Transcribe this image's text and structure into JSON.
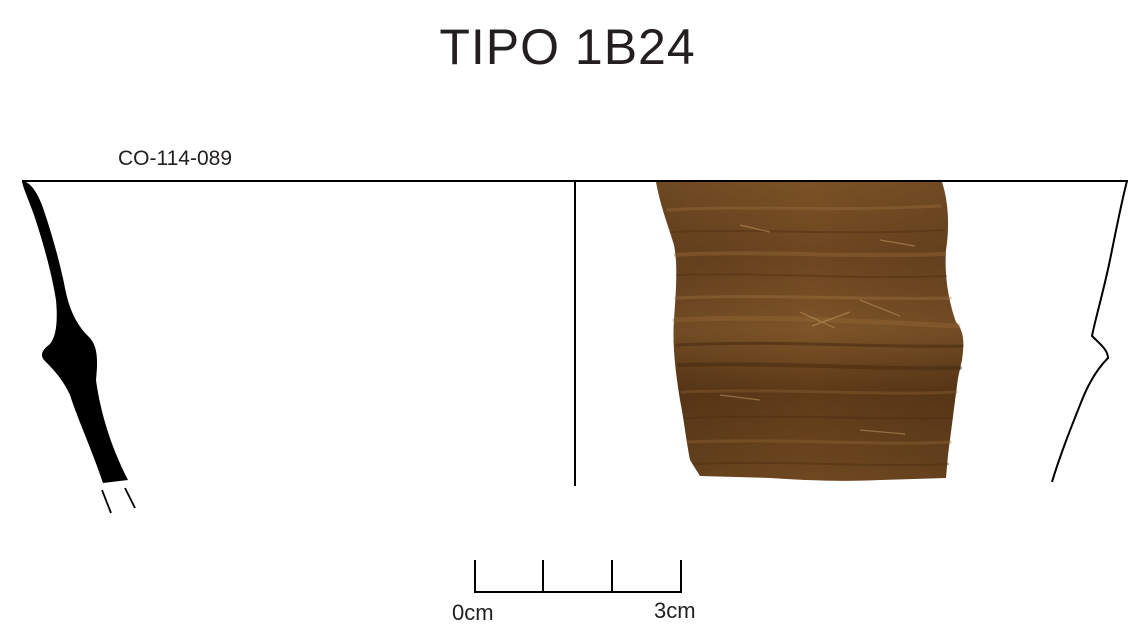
{
  "title": "TIPO 1B24",
  "sample_id": "CO-114-089",
  "scale": {
    "start_label": "0cm",
    "end_label": "3cm"
  },
  "colors": {
    "ink": "#000000",
    "text": "#231f20",
    "sherd_base": "#7a4f22",
    "sherd_dark": "#5a3816",
    "sherd_light": "#9a6a34"
  }
}
